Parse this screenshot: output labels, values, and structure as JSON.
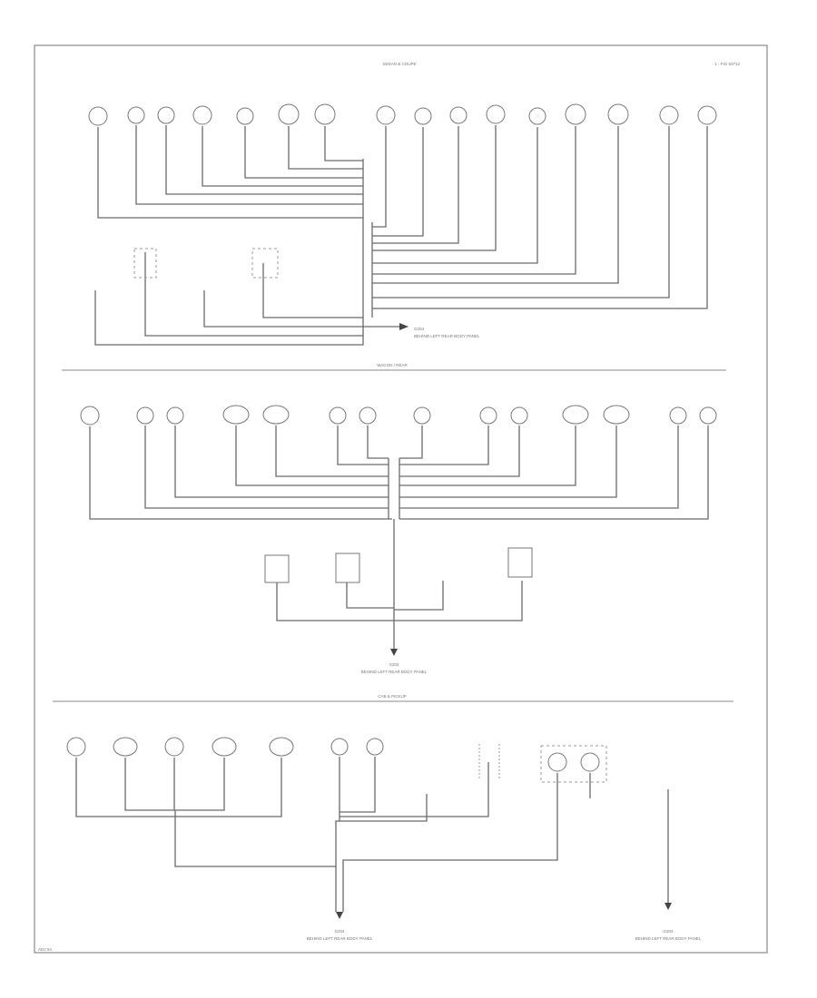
{
  "header": {
    "title": "SEDAN & COUPE",
    "figure_ref": "1 - FIG 53712"
  },
  "sections": {
    "top": {
      "label": ""
    },
    "middle": {
      "label": "WAGON / REAR"
    },
    "bottom": {
      "label": "CAB & PICKUP"
    }
  },
  "grounds": {
    "top": {
      "label": "G204",
      "desc": "BEHIND LEFT REAR BODY PANEL"
    },
    "middle": {
      "label": "G204",
      "desc": "BEHIND LEFT REAR BODY PANEL"
    },
    "bottom_left": {
      "label": "G204",
      "desc": "BEHIND LEFT REAR BODY PANEL"
    },
    "bottom_right": {
      "label": "G204",
      "desc": "BEHIND LEFT REAR BODY PANEL"
    }
  },
  "footer": {
    "code": "AD2 84"
  }
}
